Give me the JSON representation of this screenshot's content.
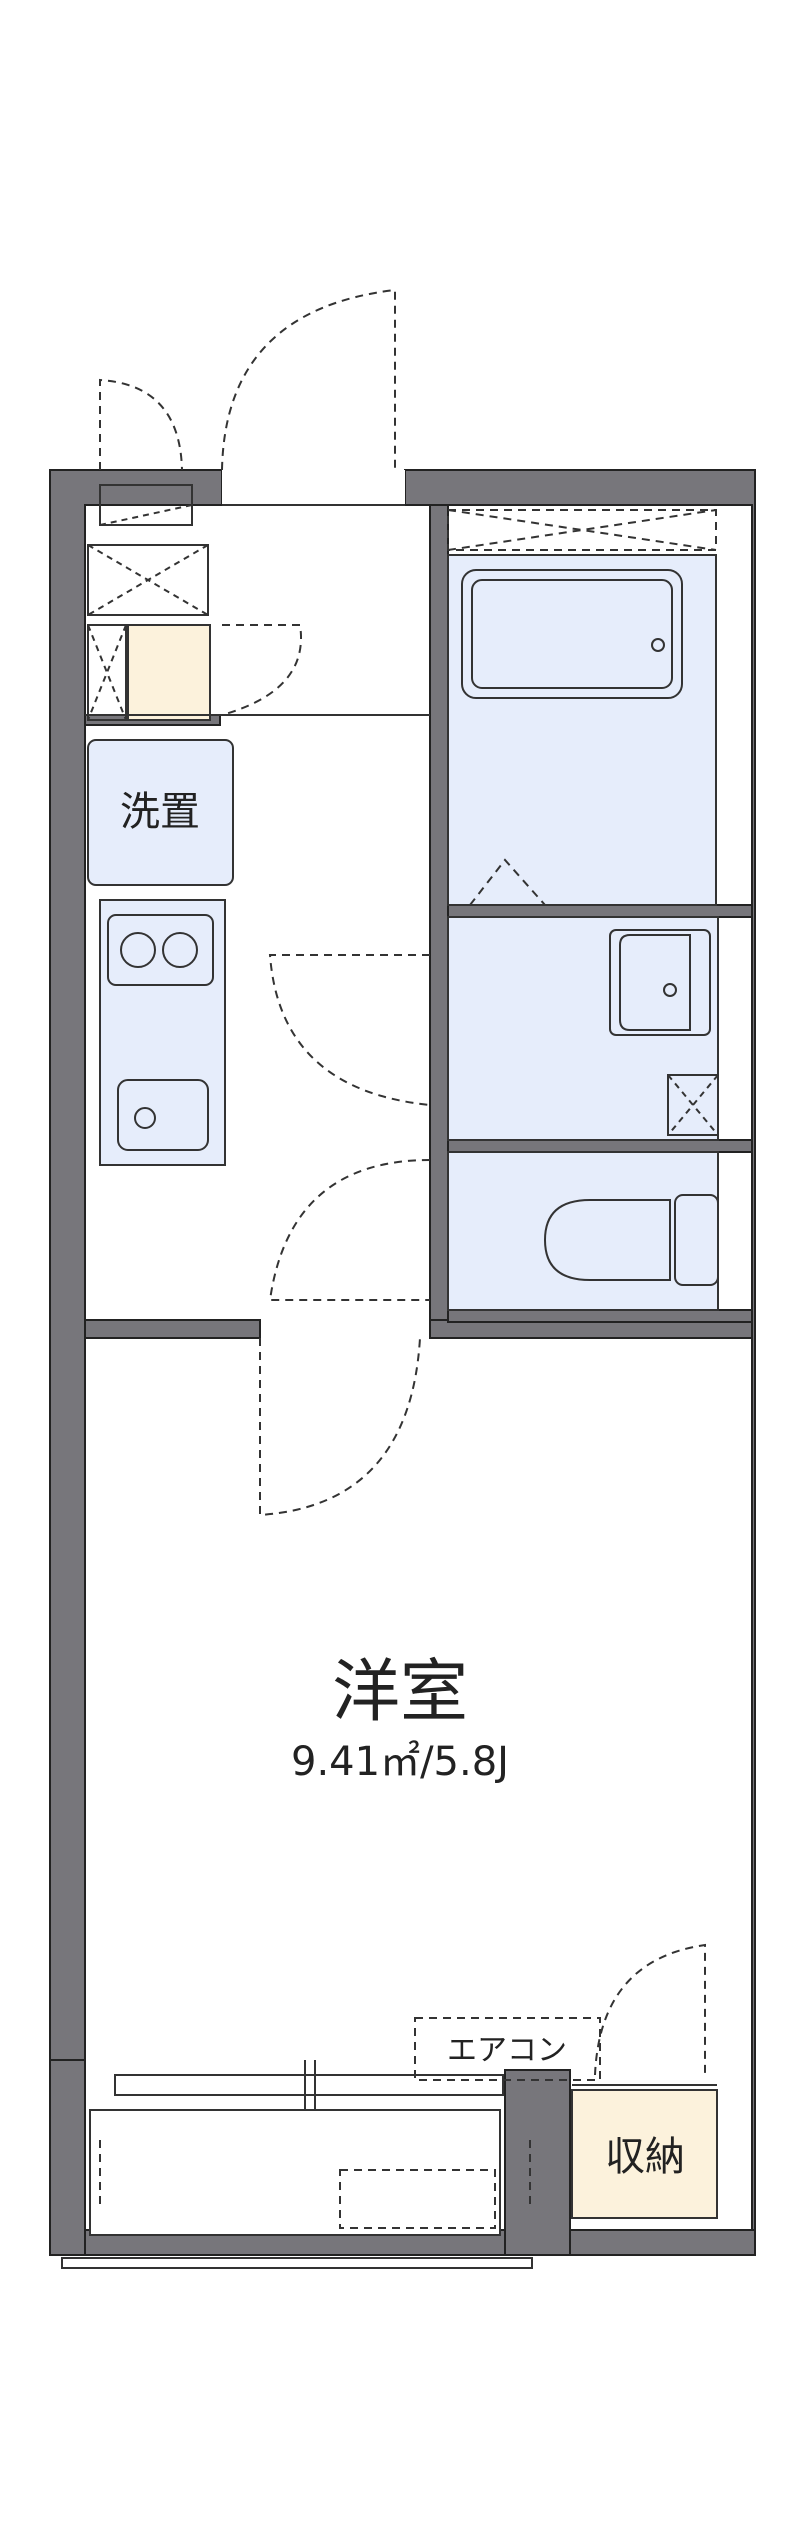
{
  "colors": {
    "wall": "#77767b",
    "wet_area": "#e6edfb",
    "storage": "#fcf2dc",
    "line": "#333333"
  },
  "rooms": {
    "western_room": {
      "name": "洋室",
      "area": "9.41㎡/5.8J"
    },
    "washer": {
      "name": "洗置"
    },
    "closet": {
      "name": "収納"
    },
    "aircon": {
      "name": "エアコン"
    }
  }
}
